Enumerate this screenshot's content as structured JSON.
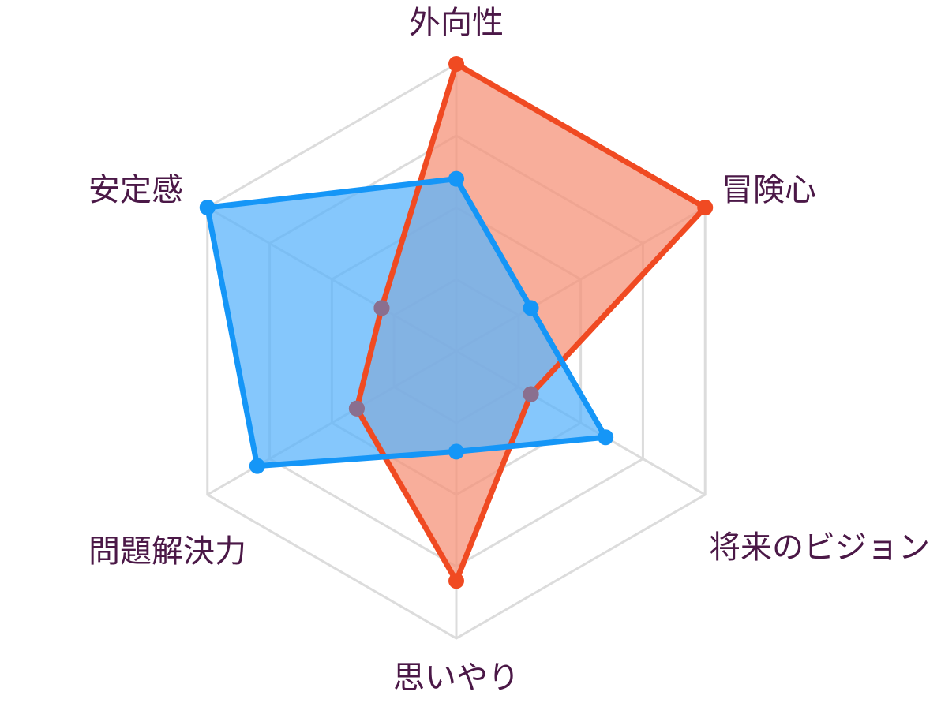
{
  "chart_data": {
    "type": "radar",
    "title": "",
    "axes": [
      "外向性",
      "冒険心",
      "将来のビジョン",
      "思いやり",
      "問題解決力",
      "安定感"
    ],
    "range": [
      0,
      10
    ],
    "grid_levels": 4,
    "legend": "none",
    "series": [
      {
        "name": "series-red",
        "color": "#f04a22",
        "fill": "#f5937a",
        "values": [
          10,
          10,
          3,
          8,
          4,
          3
        ]
      },
      {
        "name": "series-blue",
        "color": "#1596f7",
        "fill": "#5cb4fb",
        "values": [
          6,
          3,
          6,
          3.5,
          8,
          10
        ]
      }
    ]
  }
}
